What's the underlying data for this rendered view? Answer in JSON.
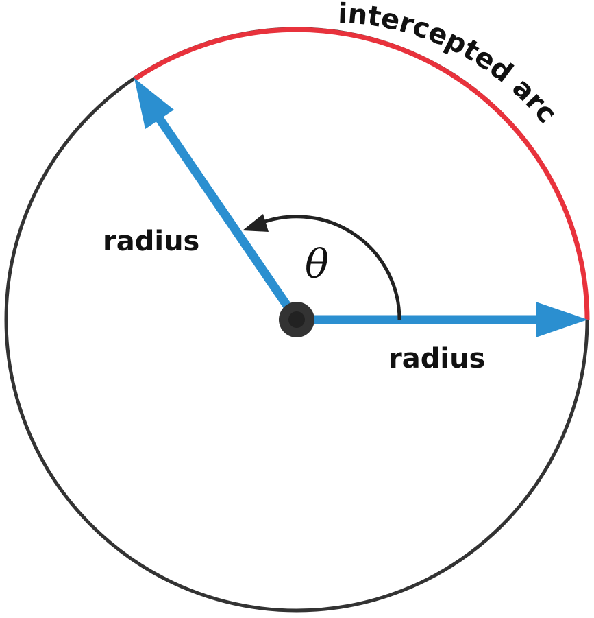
{
  "labels": {
    "radius_upper": "radius",
    "radius_lower": "radius",
    "angle_symbol": "θ",
    "arc_label": "intercepted arc"
  },
  "colors": {
    "circle": "#333333",
    "arc": "#e8323c",
    "radius": "#2b8fd0",
    "angle_arrow": "#222222",
    "center_dot": "#333333"
  }
}
